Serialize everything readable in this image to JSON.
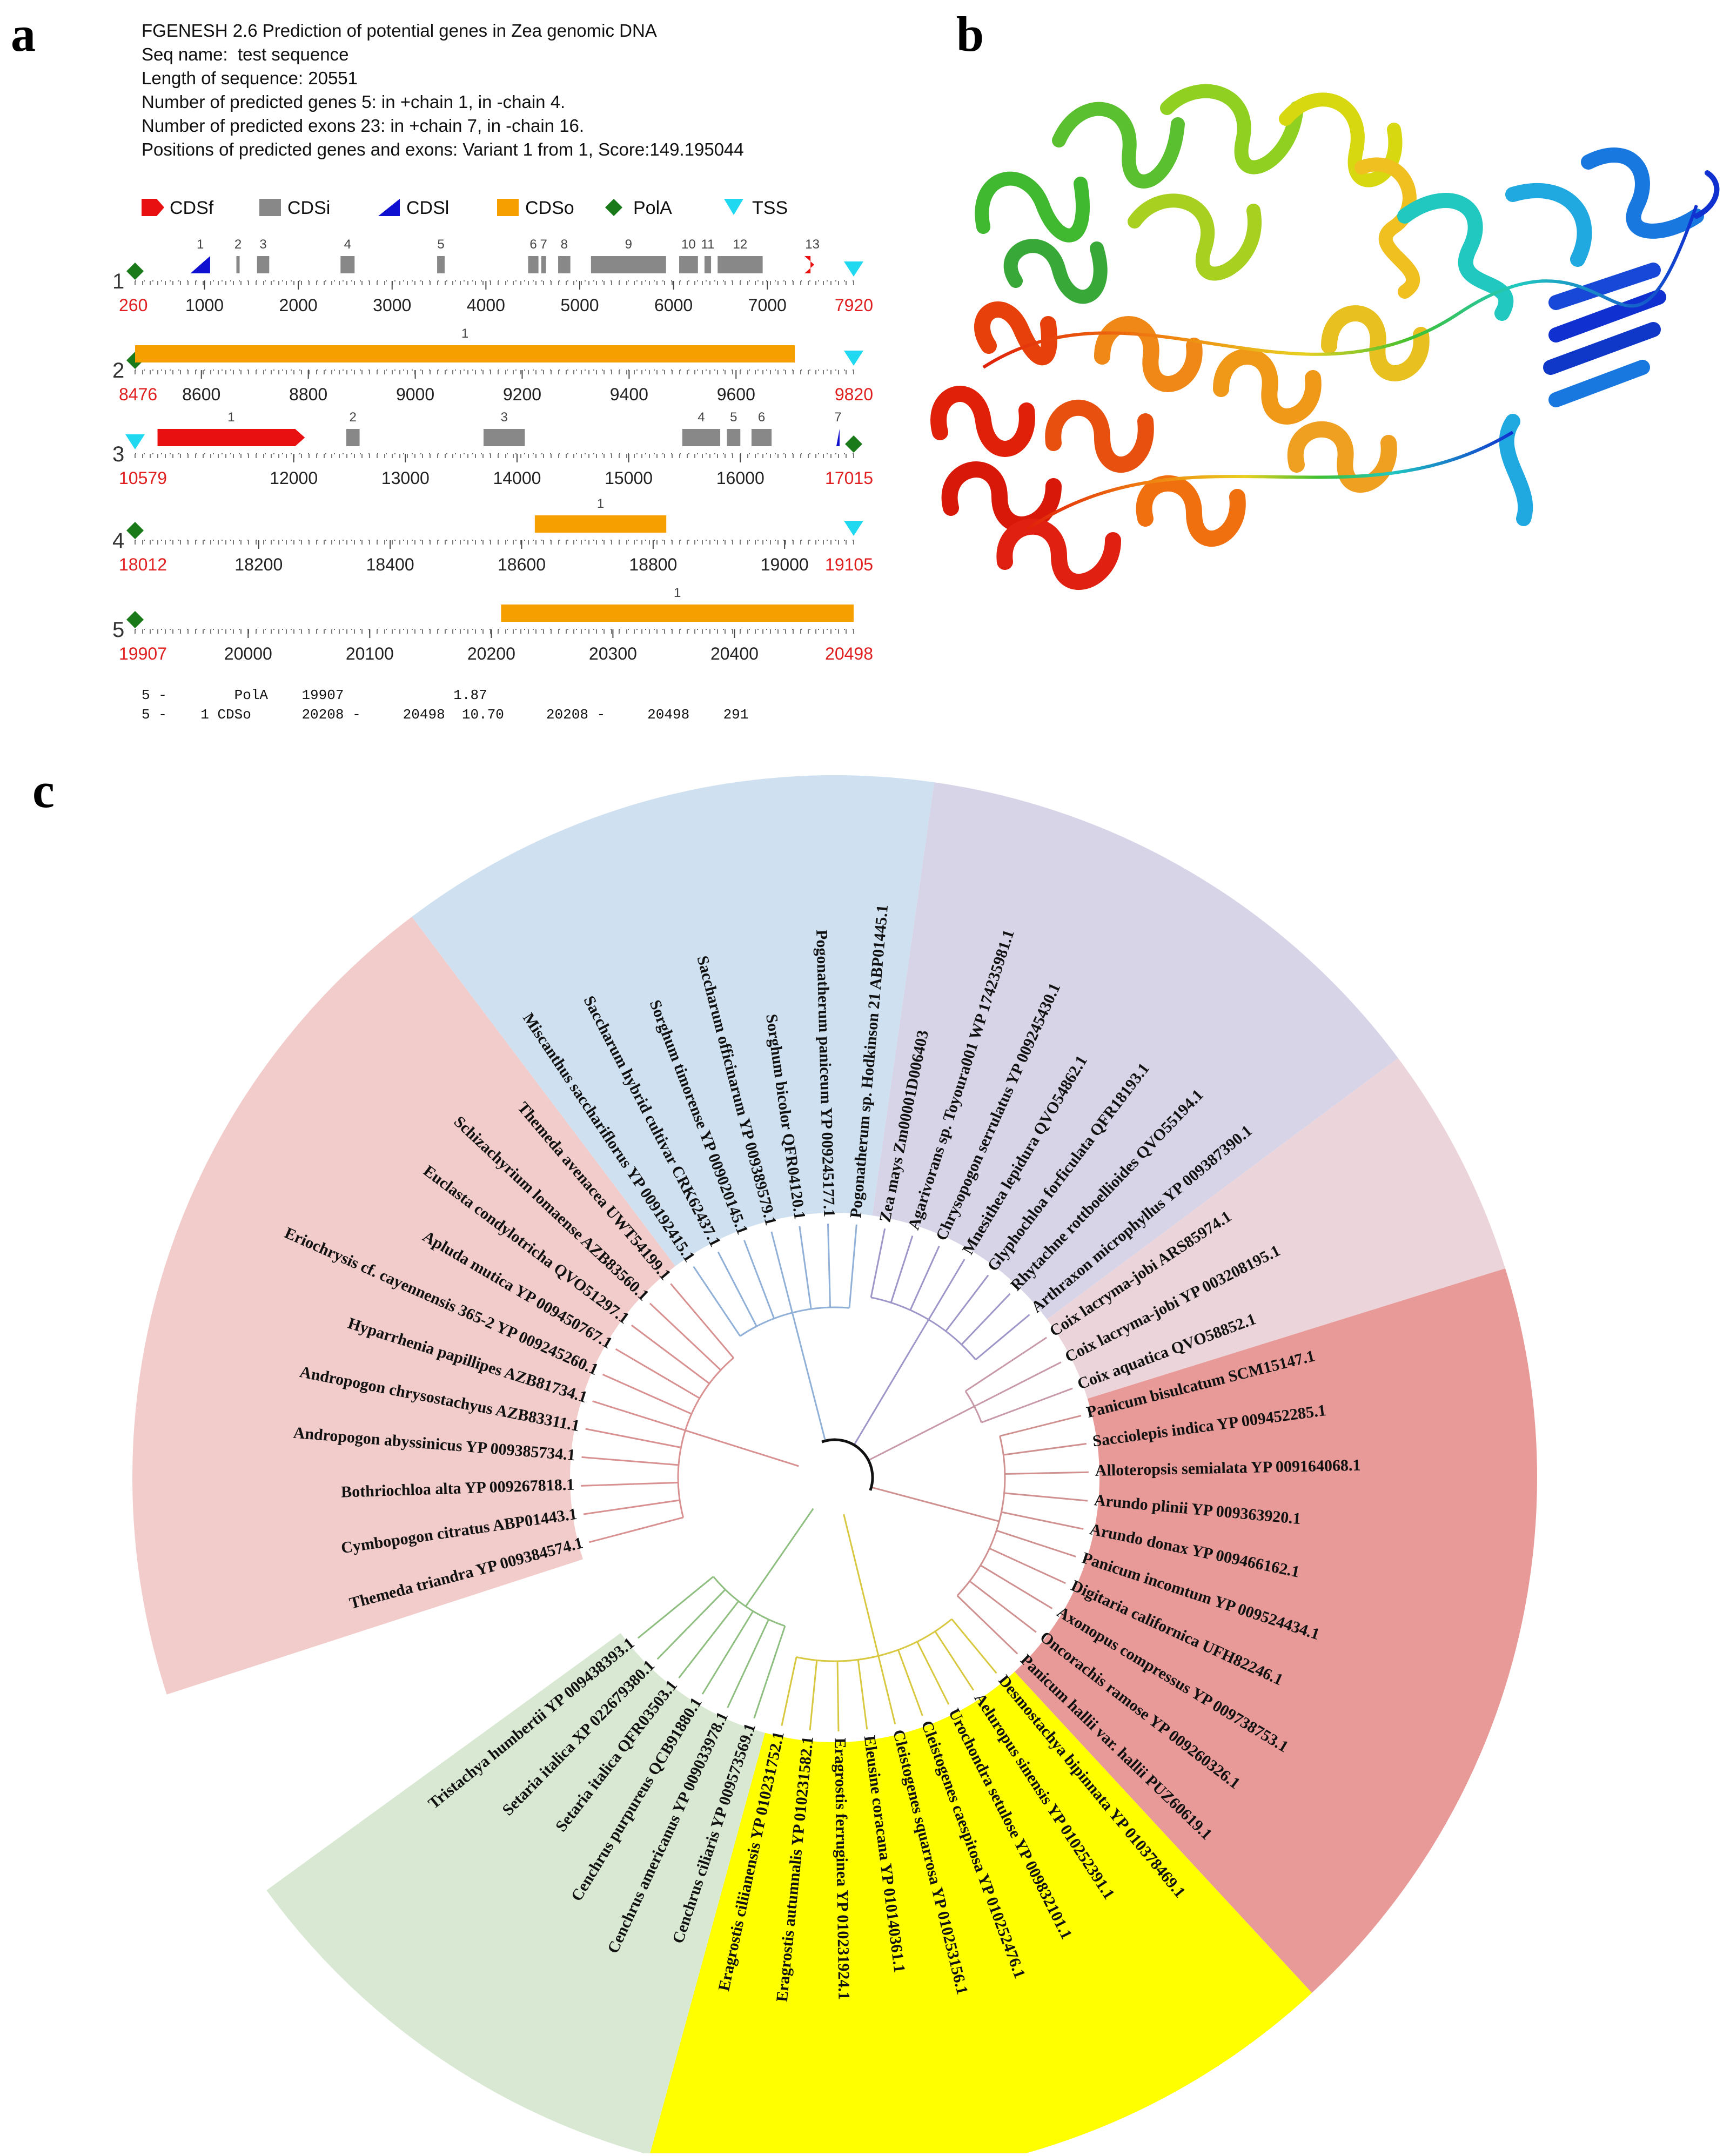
{
  "panel_labels": {
    "a": "a",
    "b": "b",
    "c": "c"
  },
  "fgenesh": {
    "header": [
      "FGENESH 2.6 Prediction of potential genes in Zea genomic DNA",
      "Seq name:  test sequence",
      "Length of sequence: 20551",
      "Number of predicted genes 5: in +chain 1, in -chain 4.",
      "Number of predicted exons 23: in +chain 7, in -chain 16.",
      "Positions of predicted genes and exons: Variant 1 from 1, Score:149.195044"
    ],
    "legend": [
      {
        "label": "CDSf",
        "color": "#e81010",
        "icon": "cdsf-arrow-icon"
      },
      {
        "label": "CDSi",
        "color": "#888888",
        "icon": "cdsi-box-icon"
      },
      {
        "label": "CDSl",
        "color": "#1010d0",
        "icon": "cdsl-triangle-icon"
      },
      {
        "label": "CDSo",
        "color": "#f5a000",
        "icon": "cdso-box-icon"
      },
      {
        "label": "PolA",
        "color": "#1a7a1a",
        "icon": "pola-diamond-icon"
      },
      {
        "label": "TSS",
        "color": "#20d8f0",
        "icon": "tss-triangle-icon"
      }
    ],
    "tracks": [
      {
        "num": "1",
        "start": 260,
        "end": 7920,
        "start_label": "260",
        "end_label": "7920",
        "ticks": [
          "1000",
          "2000",
          "3000",
          "4000",
          "5000",
          "6000",
          "7000"
        ],
        "start_marker": "pola",
        "end_marker": "tss",
        "exons": [
          {
            "s": 850,
            "e": 1060,
            "type": "CDSl",
            "n": "1"
          },
          {
            "s": 1340,
            "e": 1370,
            "type": "CDSi",
            "n": "2"
          },
          {
            "s": 1560,
            "e": 1690,
            "type": "CDSi",
            "n": "3"
          },
          {
            "s": 2450,
            "e": 2600,
            "type": "CDSi",
            "n": "4"
          },
          {
            "s": 3480,
            "e": 3560,
            "type": "CDSi",
            "n": "5"
          },
          {
            "s": 4450,
            "e": 4560,
            "type": "CDSi",
            "n": "6"
          },
          {
            "s": 4590,
            "e": 4640,
            "type": "CDSi",
            "n": "7"
          },
          {
            "s": 4770,
            "e": 4900,
            "type": "CDSi",
            "n": "8"
          },
          {
            "s": 5120,
            "e": 5920,
            "type": "CDSi",
            "n": "9"
          },
          {
            "s": 6060,
            "e": 6260,
            "type": "CDSi",
            "n": "10"
          },
          {
            "s": 6330,
            "e": 6400,
            "type": "CDSi",
            "n": "11"
          },
          {
            "s": 6470,
            "e": 6950,
            "type": "CDSi",
            "n": "12"
          },
          {
            "s": 7460,
            "e": 7500,
            "type": "CDSf",
            "n": "13"
          }
        ]
      },
      {
        "num": "2",
        "start": 8476,
        "end": 9820,
        "start_label": "8476",
        "end_label": "9820",
        "ticks": [
          "8600",
          "8800",
          "9000",
          "9200",
          "9400",
          "9600"
        ],
        "start_marker": "pola",
        "end_marker": "tss",
        "exons": [
          {
            "s": 8476,
            "e": 9710,
            "type": "CDSo",
            "n": "1"
          }
        ]
      },
      {
        "num": "3",
        "start": 10579,
        "end": 17015,
        "start_label": "10579",
        "end_label": "17015",
        "ticks": [
          "12000",
          "13000",
          "14000",
          "15000",
          "16000"
        ],
        "start_marker": "tss",
        "end_marker": "pola",
        "exons": [
          {
            "s": 10780,
            "e": 12100,
            "type": "CDSf",
            "n": "1"
          },
          {
            "s": 12470,
            "e": 12590,
            "type": "CDSi",
            "n": "2"
          },
          {
            "s": 13700,
            "e": 14070,
            "type": "CDSi",
            "n": "3"
          },
          {
            "s": 15480,
            "e": 15820,
            "type": "CDSi",
            "n": "4"
          },
          {
            "s": 15880,
            "e": 16000,
            "type": "CDSi",
            "n": "5"
          },
          {
            "s": 16100,
            "e": 16280,
            "type": "CDSi",
            "n": "6"
          },
          {
            "s": 16860,
            "e": 16880,
            "type": "CDSl",
            "n": "7"
          }
        ]
      },
      {
        "num": "4",
        "start": 18012,
        "end": 19105,
        "start_label": "18012",
        "end_label": "19105",
        "ticks": [
          "18200",
          "18400",
          "18600",
          "18800",
          "19000"
        ],
        "start_marker": "pola",
        "end_marker": "tss",
        "exons": [
          {
            "s": 18620,
            "e": 18820,
            "type": "CDSo",
            "n": "1"
          }
        ]
      },
      {
        "num": "5",
        "start": 19907,
        "end": 20498,
        "start_label": "19907",
        "end_label": "20498",
        "ticks": [
          "20000",
          "20100",
          "20200",
          "20300",
          "20400"
        ],
        "start_marker": "pola",
        "end_marker": "none",
        "exons": [
          {
            "s": 20208,
            "e": 20498,
            "type": "CDSo",
            "n": "1"
          }
        ]
      }
    ],
    "footer": [
      "5 -        PolA    19907             1.87",
      "5 -    1 CDSo      20208 -     20498  10.70     20208 -     20498    291"
    ]
  },
  "protein_structure": {
    "description_icon": "protein-ribbon-icon"
  },
  "tree": {
    "highlight_color": "#e8202a",
    "clades": [
      {
        "name": "green",
        "color": "#d8e8d2",
        "branch": "#8fbf80"
      },
      {
        "name": "yellow",
        "color": "#ffff00",
        "branch": "#d8c840"
      },
      {
        "name": "red",
        "color": "#e89a98",
        "branch": "#d09090"
      },
      {
        "name": "pink",
        "color": "#ebd4da",
        "branch": "#c89aa8"
      },
      {
        "name": "purple",
        "color": "#d8d4e8",
        "branch": "#9d96c8"
      },
      {
        "name": "blue",
        "color": "#cfe0f0",
        "branch": "#90b0d8"
      },
      {
        "name": "salmon",
        "color": "#f2cccb",
        "branch": "#d89090"
      }
    ],
    "leaves": [
      {
        "label": "Themeda triandra YP 009384574.1",
        "clade": "salmon"
      },
      {
        "label": "Cymbopogon citratus ABP01443.1",
        "clade": "salmon"
      },
      {
        "label": "Bothriochloa alta YP 009267818.1",
        "clade": "salmon"
      },
      {
        "label": "Andropogon abyssinicus YP 009385734.1",
        "clade": "salmon"
      },
      {
        "label": "Andropogon chrysostachyus AZB83311.1",
        "clade": "salmon"
      },
      {
        "label": "Hyparrhenia papillipes AZB81734.1",
        "clade": "salmon"
      },
      {
        "label": "Eriochrysis cf. cayennensis 365-2 YP 009245260.1",
        "clade": "salmon"
      },
      {
        "label": "Apluda mutica YP 009450767.1",
        "clade": "salmon"
      },
      {
        "label": "Euclasta condylotricha QVO51297.1",
        "clade": "salmon"
      },
      {
        "label": "Schizachyrium lomaense AZB83560.1",
        "clade": "salmon"
      },
      {
        "label": "Themeda avenacea UWT54199.1",
        "clade": "salmon"
      },
      {
        "label": "Miscanthus sacchariflorus YP 009192415.1",
        "clade": "blue"
      },
      {
        "label": "Saccharum hybrid cultivar CRK62437.1",
        "clade": "blue"
      },
      {
        "label": "Sorghum timorense YP 009020145.1",
        "clade": "blue"
      },
      {
        "label": "Saccharum officinarum YP 009389579.1",
        "clade": "blue"
      },
      {
        "label": "Sorghum bicolor QFR04120.1",
        "clade": "blue"
      },
      {
        "label": "Pogonatherum paniceum YP 009245177.1",
        "clade": "blue"
      },
      {
        "label": "Pogonatherum sp. Hodkinson 21 ABP01445.1",
        "clade": "blue"
      },
      {
        "label": "Zea mays Zm00001D006403",
        "clade": "purple",
        "highlight": true
      },
      {
        "label": "Agarivorans sp. Toyoura001 WP 174235981.1",
        "clade": "purple"
      },
      {
        "label": "Chrysopogon serrulatus YP 009245430.1",
        "clade": "purple"
      },
      {
        "label": "Mnesithea lepidura QVO54862.1",
        "clade": "purple"
      },
      {
        "label": "Glyphochloa forficulata QFR18193.1",
        "clade": "purple"
      },
      {
        "label": "Rhytachne rottboellioides QVO55194.1",
        "clade": "purple"
      },
      {
        "label": "Arthraxon microphyllus YP 009387390.1",
        "clade": "purple"
      },
      {
        "label": "Coix lacryma-jobi ARS85974.1",
        "clade": "pink"
      },
      {
        "label": "Coix lacryma-jobi YP 003208195.1",
        "clade": "pink"
      },
      {
        "label": "Coix aquatica QVO58852.1",
        "clade": "pink"
      },
      {
        "label": "Panicum bisulcatum SCM15147.1",
        "clade": "red"
      },
      {
        "label": "Sacciolepis indica YP 009452285.1",
        "clade": "red"
      },
      {
        "label": "Alloteropsis semialata YP 009164068.1",
        "clade": "red"
      },
      {
        "label": "Arundo plinii YP 009363920.1",
        "clade": "red"
      },
      {
        "label": "Arundo donax YP 009466162.1",
        "clade": "red"
      },
      {
        "label": "Panicum incomtum YP 009524434.1",
        "clade": "red"
      },
      {
        "label": "Digitaria californica UFH82246.1",
        "clade": "red"
      },
      {
        "label": "Axonopus compressus YP 009738753.1",
        "clade": "red"
      },
      {
        "label": "Oncorachis ramose YP 009260326.1",
        "clade": "red"
      },
      {
        "label": "Panicum hallii var. hallii PUZ60619.1",
        "clade": "red"
      },
      {
        "label": "Desmostachya bipinnata YP 010378469.1",
        "clade": "yellow"
      },
      {
        "label": "Aeluropus sinensis YP 010252391.1",
        "clade": "yellow"
      },
      {
        "label": "Urochondra setulose YP 009832101.1",
        "clade": "yellow"
      },
      {
        "label": "Cleistogenes caespitosa YP 010252476.1",
        "clade": "yellow"
      },
      {
        "label": "Cleistogenes squarrosa YP 010253156.1",
        "clade": "yellow"
      },
      {
        "label": "Eleusine coracana YP 010140361.1",
        "clade": "yellow"
      },
      {
        "label": "Eragrostis ferruginea YP 010231924.1",
        "clade": "yellow"
      },
      {
        "label": "Eragrostis autumnalis YP 010231582.1",
        "clade": "yellow"
      },
      {
        "label": "Eragrostis ciliianensis YP 010231752.1",
        "clade": "yellow"
      },
      {
        "label": "Cenchrus ciliaris YP 009573569.1",
        "clade": "green"
      },
      {
        "label": "Cenchrus americanus YP 009033978.1",
        "clade": "green"
      },
      {
        "label": "Cenchrus purpureus QCB91880.1",
        "clade": "green"
      },
      {
        "label": "Setaria italica QFR03503.1",
        "clade": "green"
      },
      {
        "label": "Setaria italica XP 022679380.1",
        "clade": "green"
      },
      {
        "label": "Tristachya humbertii YP 009438393.1",
        "clade": "green"
      }
    ]
  }
}
